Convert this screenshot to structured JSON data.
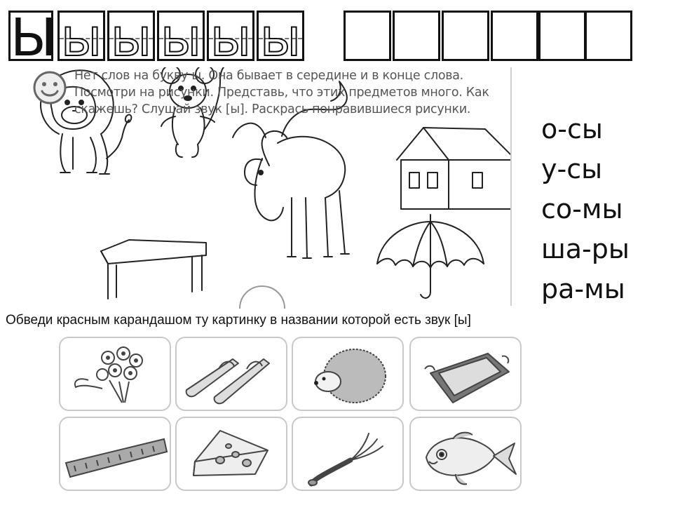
{
  "letter_strip": {
    "letter": "Ы",
    "filled_cells": [
      "Ы",
      "ы",
      "ы",
      "ы",
      "ы",
      "ы"
    ],
    "empty_cells": 6
  },
  "worksheet": {
    "instruction_lines": [
      "Нет слов на букву ы. Она бывает в середине и в конце слова.",
      "Посмотри на рисунки. Представь, что этих предметов много. Как",
      "скажешь? Слушай звук [ы]. Раскрась понравившиеся рисунки."
    ],
    "pictures": [
      "lion-icon",
      "mouse-icon",
      "moose-icon",
      "house-icon",
      "table-icon",
      "umbrella-icon"
    ]
  },
  "syllables": [
    "о-сы",
    "у-сы",
    "со-мы",
    "ша-ры",
    "ра-мы"
  ],
  "task": {
    "text": "Обведи красным карандашом ту картинку в названии которой есть звук [ы]"
  },
  "cards": [
    {
      "icon": "flowers-icon"
    },
    {
      "icon": "skis-icon"
    },
    {
      "icon": "hedgehog-icon"
    },
    {
      "icon": "tray-icon"
    },
    {
      "icon": "ruler-icon"
    },
    {
      "icon": "cheese-icon"
    },
    {
      "icon": "fork-icon"
    },
    {
      "icon": "fish-icon"
    }
  ]
}
